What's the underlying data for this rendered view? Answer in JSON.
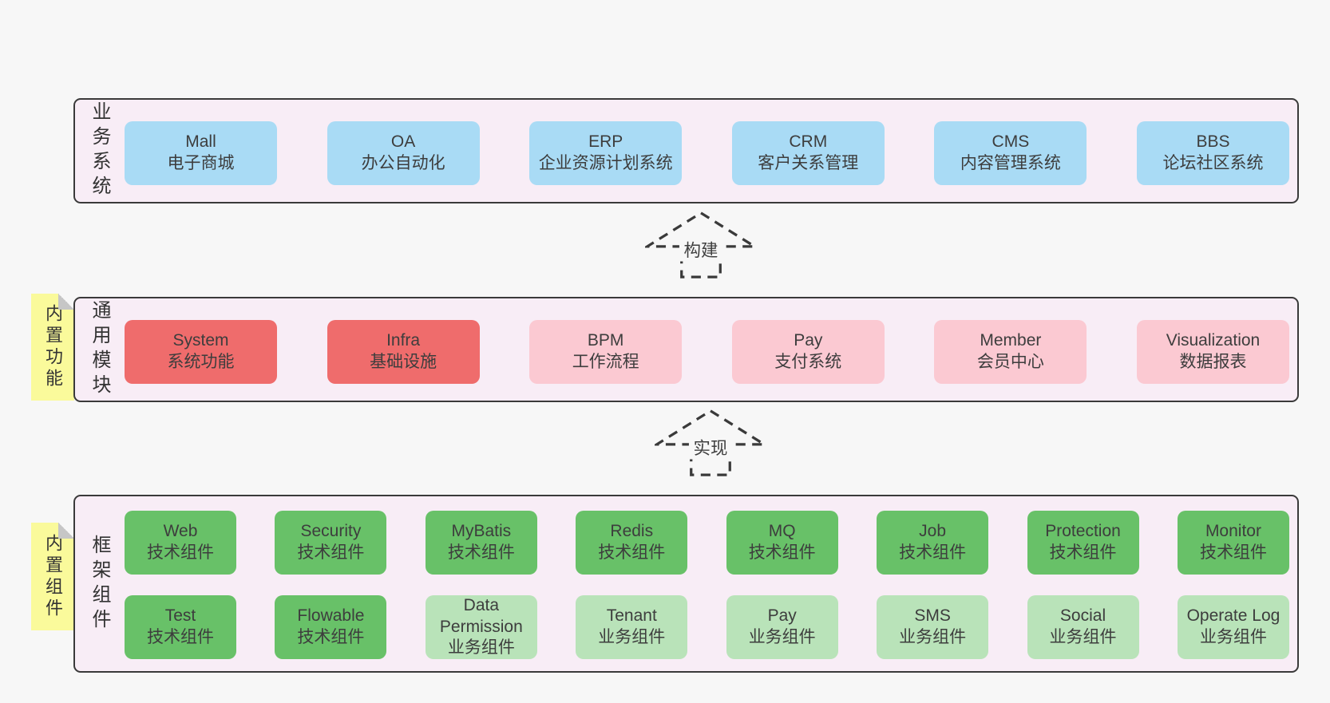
{
  "colors": {
    "page_bg": "#f7f7f7",
    "panel_bg": "#f8edf6",
    "line": "#3a3a3a",
    "text": "#3d3d3d",
    "blue": "#a9dbf5",
    "red": "#ef6c6c",
    "pink": "#fbc9d2",
    "green_dark": "#68c168",
    "green_light": "#b9e3b9",
    "note_yellow": "#fafa9b"
  },
  "arrows": {
    "build": "构建",
    "implement": "实现"
  },
  "layers": {
    "business": {
      "label": "业务系统",
      "items": [
        {
          "en": "Mall",
          "zh": "电子商城"
        },
        {
          "en": "OA",
          "zh": "办公自动化"
        },
        {
          "en": "ERP",
          "zh": "企业资源计划系统"
        },
        {
          "en": "CRM",
          "zh": "客户关系管理"
        },
        {
          "en": "CMS",
          "zh": "内容管理系统"
        },
        {
          "en": "BBS",
          "zh": "论坛社区系统"
        }
      ]
    },
    "common": {
      "label": "通用模块",
      "note": "内置功能",
      "items": [
        {
          "en": "System",
          "zh": "系统功能"
        },
        {
          "en": "Infra",
          "zh": "基础设施"
        },
        {
          "en": "BPM",
          "zh": "工作流程"
        },
        {
          "en": "Pay",
          "zh": "支付系统"
        },
        {
          "en": "Member",
          "zh": "会员中心"
        },
        {
          "en": "Visualization",
          "zh": "数据报表"
        }
      ]
    },
    "framework": {
      "label": "框架组件",
      "note": "内置组件",
      "row1": [
        {
          "en": "Web",
          "zh": "技术组件"
        },
        {
          "en": "Security",
          "zh": "技术组件"
        },
        {
          "en": "MyBatis",
          "zh": "技术组件"
        },
        {
          "en": "Redis",
          "zh": "技术组件"
        },
        {
          "en": "MQ",
          "zh": "技术组件"
        },
        {
          "en": "Job",
          "zh": "技术组件"
        },
        {
          "en": "Protection",
          "zh": "技术组件"
        },
        {
          "en": "Monitor",
          "zh": "技术组件"
        }
      ],
      "row2": [
        {
          "en": "Test",
          "zh": "技术组件"
        },
        {
          "en": "Flowable",
          "zh": "技术组件"
        },
        {
          "en": "Data Permission",
          "zh": "业务组件"
        },
        {
          "en": "Tenant",
          "zh": "业务组件"
        },
        {
          "en": "Pay",
          "zh": "业务组件"
        },
        {
          "en": "SMS",
          "zh": "业务组件"
        },
        {
          "en": "Social",
          "zh": "业务组件"
        },
        {
          "en": "Operate Log",
          "zh": "业务组件"
        }
      ]
    }
  }
}
